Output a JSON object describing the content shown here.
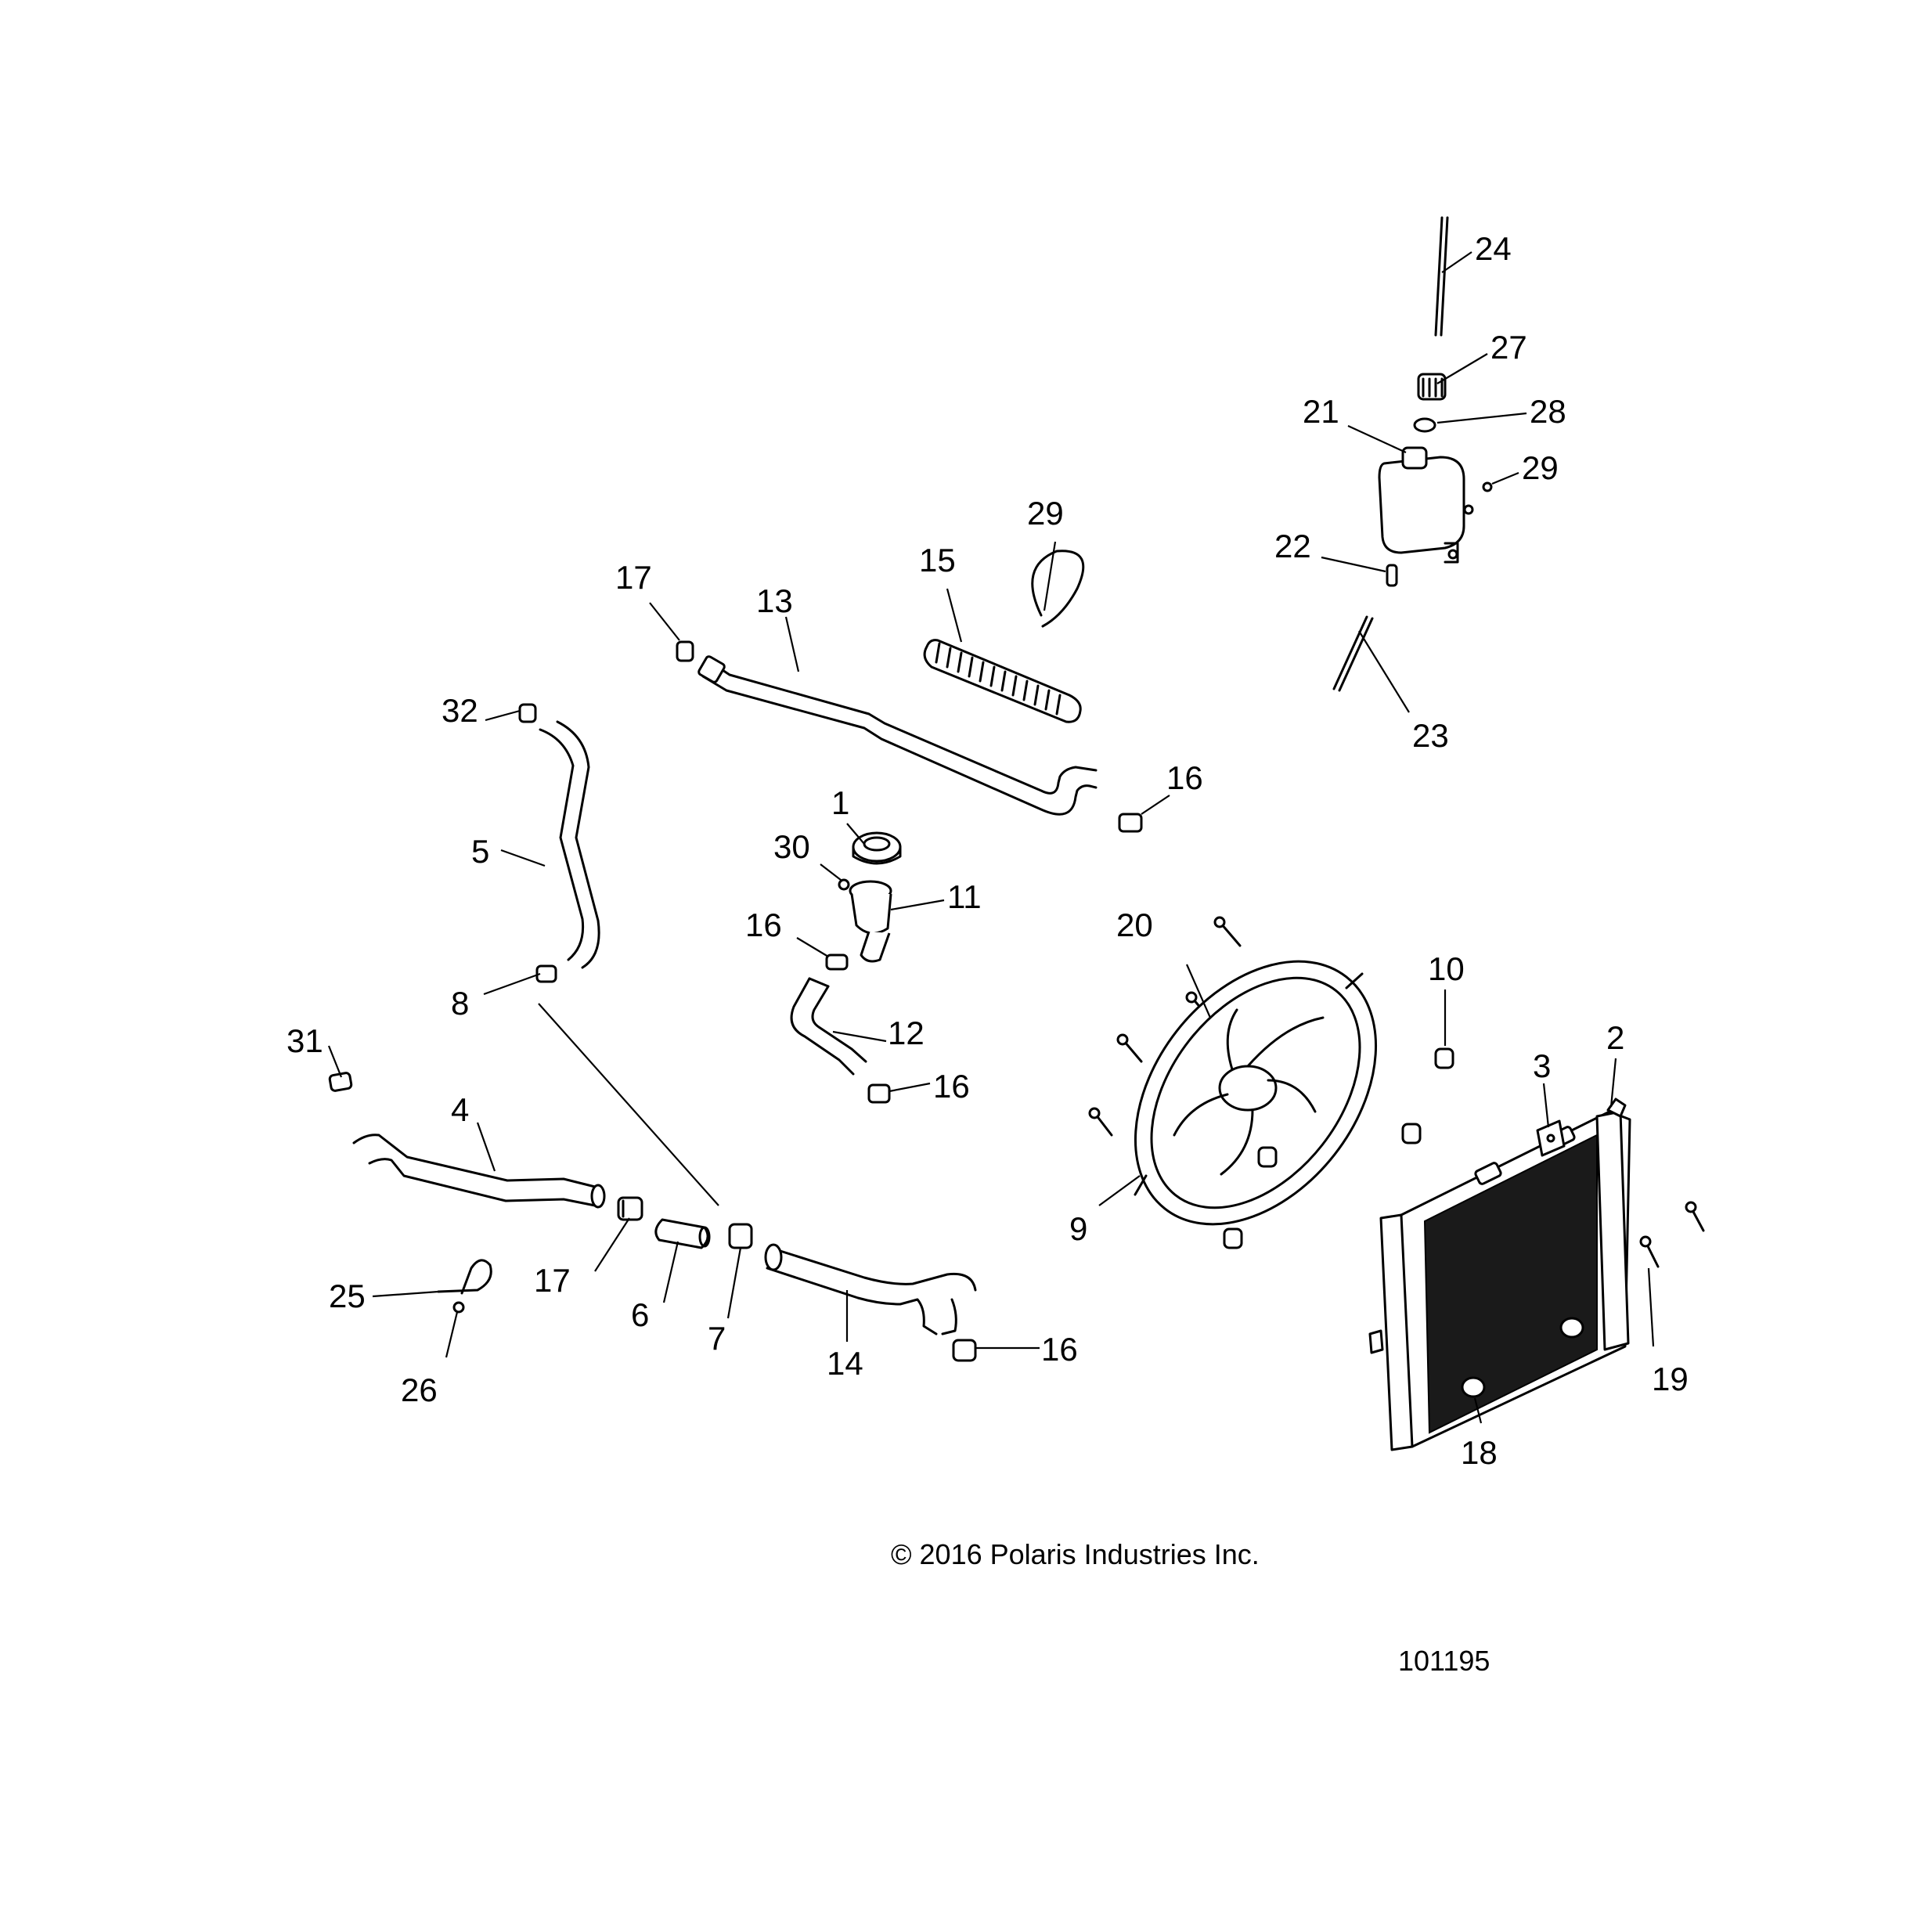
{
  "diagram": {
    "callouts": [
      {
        "id": "c1",
        "label": "1"
      },
      {
        "id": "c2",
        "label": "2"
      },
      {
        "id": "c3",
        "label": "3"
      },
      {
        "id": "c4",
        "label": "4"
      },
      {
        "id": "c5",
        "label": "5"
      },
      {
        "id": "c6",
        "label": "6"
      },
      {
        "id": "c7",
        "label": "7"
      },
      {
        "id": "c8",
        "label": "8"
      },
      {
        "id": "c9",
        "label": "9"
      },
      {
        "id": "c10",
        "label": "10"
      },
      {
        "id": "c11",
        "label": "11"
      },
      {
        "id": "c12",
        "label": "12"
      },
      {
        "id": "c13",
        "label": "13"
      },
      {
        "id": "c14",
        "label": "14"
      },
      {
        "id": "c15",
        "label": "15"
      },
      {
        "id": "c16a",
        "label": "16"
      },
      {
        "id": "c16b",
        "label": "16"
      },
      {
        "id": "c16c",
        "label": "16"
      },
      {
        "id": "c16d",
        "label": "16"
      },
      {
        "id": "c17a",
        "label": "17"
      },
      {
        "id": "c17b",
        "label": "17"
      },
      {
        "id": "c18",
        "label": "18"
      },
      {
        "id": "c19",
        "label": "19"
      },
      {
        "id": "c20",
        "label": "20"
      },
      {
        "id": "c21",
        "label": "21"
      },
      {
        "id": "c22",
        "label": "22"
      },
      {
        "id": "c23",
        "label": "23"
      },
      {
        "id": "c24",
        "label": "24"
      },
      {
        "id": "c25",
        "label": "25"
      },
      {
        "id": "c26",
        "label": "26"
      },
      {
        "id": "c27",
        "label": "27"
      },
      {
        "id": "c28",
        "label": "28"
      },
      {
        "id": "c29a",
        "label": "29"
      },
      {
        "id": "c29b",
        "label": "29"
      },
      {
        "id": "c30",
        "label": "30"
      },
      {
        "id": "c31",
        "label": "31"
      },
      {
        "id": "c32",
        "label": "32"
      }
    ],
    "copyright": "© 2016 Polaris Industries Inc.",
    "drawing_number": "101195"
  }
}
